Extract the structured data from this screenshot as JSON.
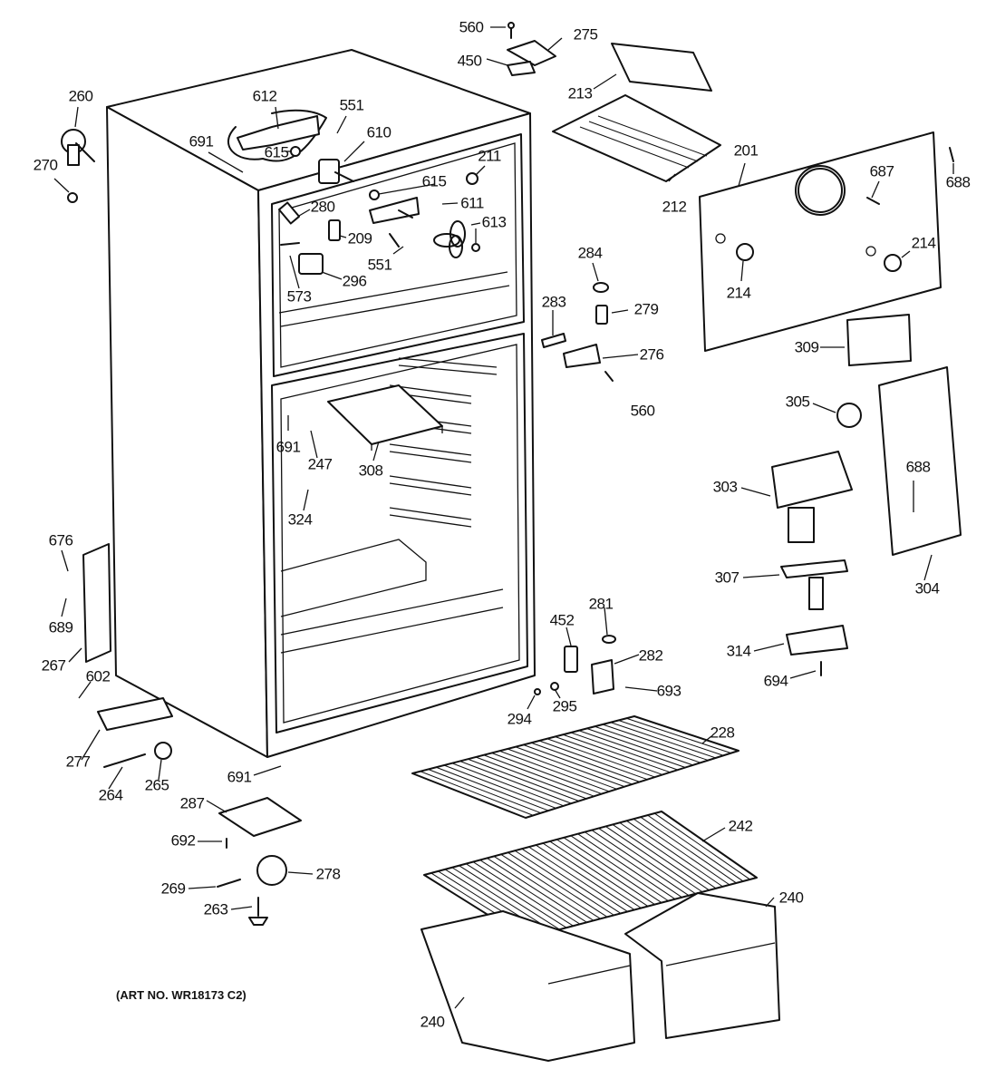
{
  "diagram": {
    "type": "exploded-parts-diagram",
    "subject": "Refrigerator cabinet parts",
    "caption": "(ART NO. WR18173 C2)",
    "labels": {
      "l560a": "560",
      "l275": "275",
      "l450": "450",
      "l213": "213",
      "l212": "212",
      "l260": "260",
      "l270": "270",
      "l612": "612",
      "l551a": "551",
      "l691a": "691",
      "l615a": "615",
      "l610": "610",
      "l211": "211",
      "l615b": "615",
      "l611": "611",
      "l280": "280",
      "l209": "209",
      "l613": "613",
      "l551b": "551",
      "l573": "573",
      "l296": "296",
      "l201": "201",
      "l687": "687",
      "l688a": "688",
      "l214a": "214",
      "l214b": "214",
      "l309": "309",
      "l284": "284",
      "l283": "283",
      "l279": "279",
      "l276": "276",
      "l560b": "560",
      "l305": "305",
      "l691b": "691",
      "l247": "247",
      "l308": "308",
      "l324": "324",
      "l303": "303",
      "l688b": "688",
      "l304": "304",
      "l307": "307",
      "l314": "314",
      "l694": "694",
      "l676": "676",
      "l689": "689",
      "l267": "267",
      "l602": "602",
      "l277": "277",
      "l264": "264",
      "l265": "265",
      "l691c": "691",
      "l287": "287",
      "l692": "692",
      "l278": "278",
      "l269": "269",
      "l263": "263",
      "l452": "452",
      "l281": "281",
      "l282": "282",
      "l693": "693",
      "l294": "294",
      "l295": "295",
      "l228": "228",
      "l242": "242",
      "l240a": "240",
      "l240b": "240"
    }
  }
}
